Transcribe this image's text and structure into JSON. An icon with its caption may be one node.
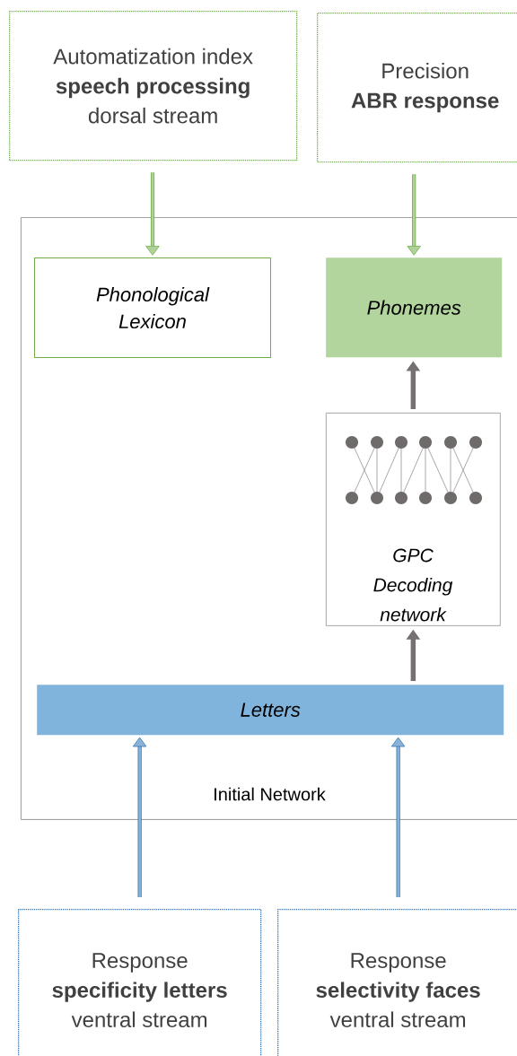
{
  "diagram": {
    "nodes": [
      {
        "text": [
          "Automatization index",
          "speech processing",
          "dorsal stream"
        ]
      },
      {
        "text": [
          "Precision",
          "ABR response"
        ]
      },
      {
        "text": [
          "Initial Network"
        ]
      },
      {
        "text": [
          "Phonological Lexicon"
        ],
        "in": 2
      },
      {
        "text": [
          "Phonemes"
        ],
        "in": 2
      },
      {
        "text": [
          "GPC Decoding network"
        ],
        "in": 2
      },
      {
        "text": [
          "Letters"
        ],
        "in": 2
      },
      {
        "text": [
          "Response",
          "specificity letters",
          "ventral stream"
        ]
      },
      {
        "text": [
          "Response",
          "selectivity faces",
          "ventral stream"
        ]
      }
    ],
    "edges": [
      {
        "from": 0,
        "to": 3,
        "arrow": "to",
        "color": "#70ad47"
      },
      {
        "from": 1,
        "to": 4,
        "arrow": "to",
        "color": "#70ad47"
      },
      {
        "from": 5,
        "to": 4,
        "arrow": "to"
      },
      {
        "from": 6,
        "to": 5,
        "arrow": "to"
      },
      {
        "from": 7,
        "to": 6,
        "arrow": "to",
        "color": "#2e75b6"
      },
      {
        "from": 8,
        "to": 6,
        "arrow": "to",
        "color": "#2e75b6"
      }
    ]
  }
}
